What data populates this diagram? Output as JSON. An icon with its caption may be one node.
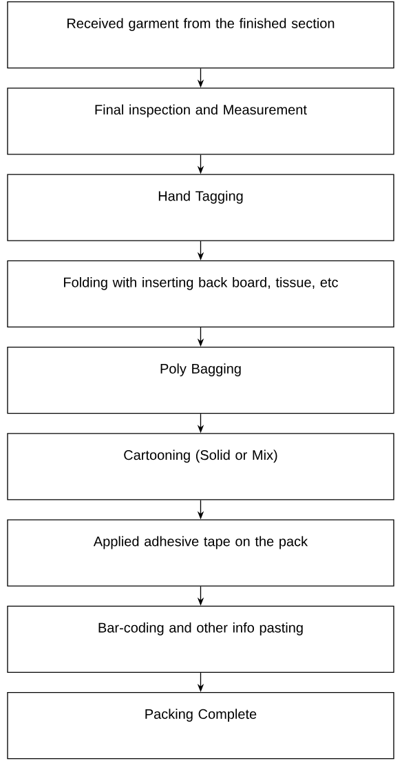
{
  "diagram": {
    "nodes": [
      {
        "text": [
          "Received garment from the finished section"
        ]
      },
      {
        "text": [
          "Final inspection and Measurement"
        ]
      },
      {
        "text": [
          "Hand Tagging"
        ]
      },
      {
        "text": [
          "Folding with inserting back board, tissue, etc"
        ]
      },
      {
        "text": [
          "Poly Bagging"
        ]
      },
      {
        "text": [
          "Cartooning (Solid or Mix)"
        ]
      },
      {
        "text": [
          "Applied adhesive tape on the pack"
        ]
      },
      {
        "text": [
          "Bar-coding and other info pasting"
        ]
      },
      {
        "text": [
          "Packing Complete"
        ]
      }
    ],
    "edges": [
      {
        "from": 0,
        "to": 1,
        "arrow": "to"
      },
      {
        "from": 1,
        "to": 2,
        "arrow": "to"
      },
      {
        "from": 2,
        "to": 3,
        "arrow": "to"
      },
      {
        "from": 3,
        "to": 4,
        "arrow": "to"
      },
      {
        "from": 4,
        "to": 5,
        "arrow": "to"
      },
      {
        "from": 5,
        "to": 6,
        "arrow": "to"
      },
      {
        "from": 6,
        "to": 7,
        "arrow": "to"
      },
      {
        "from": 7,
        "to": 8,
        "arrow": "to"
      }
    ]
  }
}
